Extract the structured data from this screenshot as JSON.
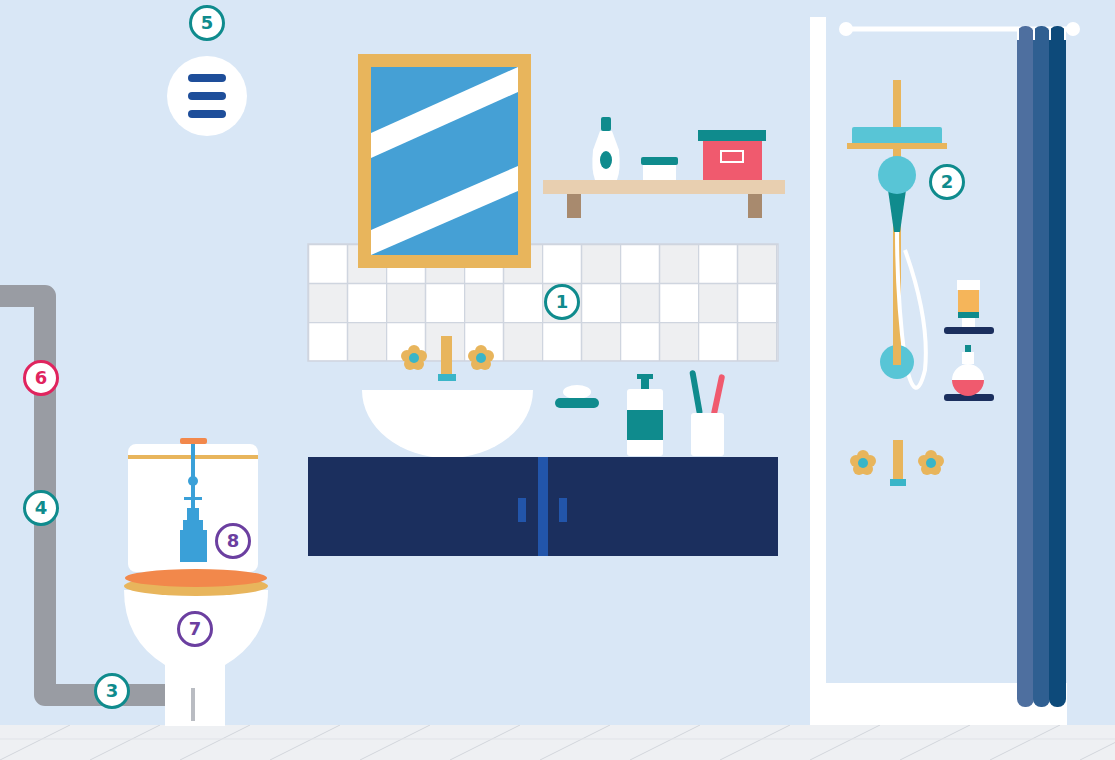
{
  "diagram": {
    "labels": [
      "5",
      "2",
      "1",
      "6",
      "4",
      "8",
      "7",
      "3"
    ]
  }
}
